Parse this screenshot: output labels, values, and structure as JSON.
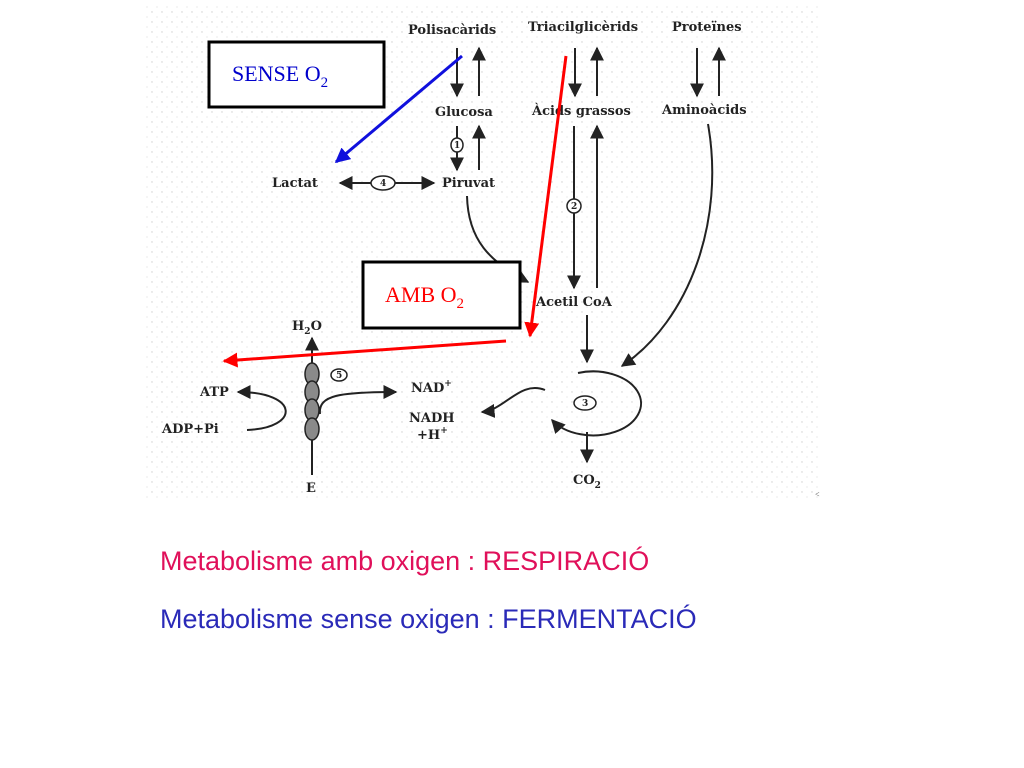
{
  "diagram": {
    "sources": {
      "polysaccharides": "Polisacàrids",
      "triacylglycerides": "Triacilglicèrids",
      "proteins": "Proteïnes"
    },
    "monomers": {
      "glucose": "Glucosa",
      "fatty_acids": "Àcids grassos",
      "amino_acids": "Aminoàcids"
    },
    "lactate": "Lactat",
    "pyruvate": "Piruvat",
    "acetyl_coa": "Acetil CoA",
    "water": "H",
    "water_sub": "2",
    "water_o": "O",
    "co2": "CO",
    "co2_sub": "2",
    "atp": "ATP",
    "adp": "ADP+Pi",
    "nad": "NAD",
    "nad_sup": "+",
    "nadh": "NADH",
    "h_plus": "+H",
    "h_plus_sup": "+",
    "electron": "E",
    "steps": [
      "1",
      "2",
      "3",
      "4",
      "5"
    ],
    "box_without_o2": {
      "text": "SENSE O",
      "sub": "2",
      "color": "#0000cc"
    },
    "box_with_o2": {
      "text": "AMB O",
      "sub": "2",
      "color": "#ff0000"
    }
  },
  "captions": {
    "respiration": "Metabolisme amb oxigen : RESPIRACIÓ",
    "fermentation": "Metabolisme sense oxigen : FERMENTACIÓ"
  },
  "colors": {
    "respiration": "#e0105a",
    "fermentation": "#2a2ab8",
    "red_arrow": "#ff0000",
    "blue_arrow": "#1010dd"
  }
}
